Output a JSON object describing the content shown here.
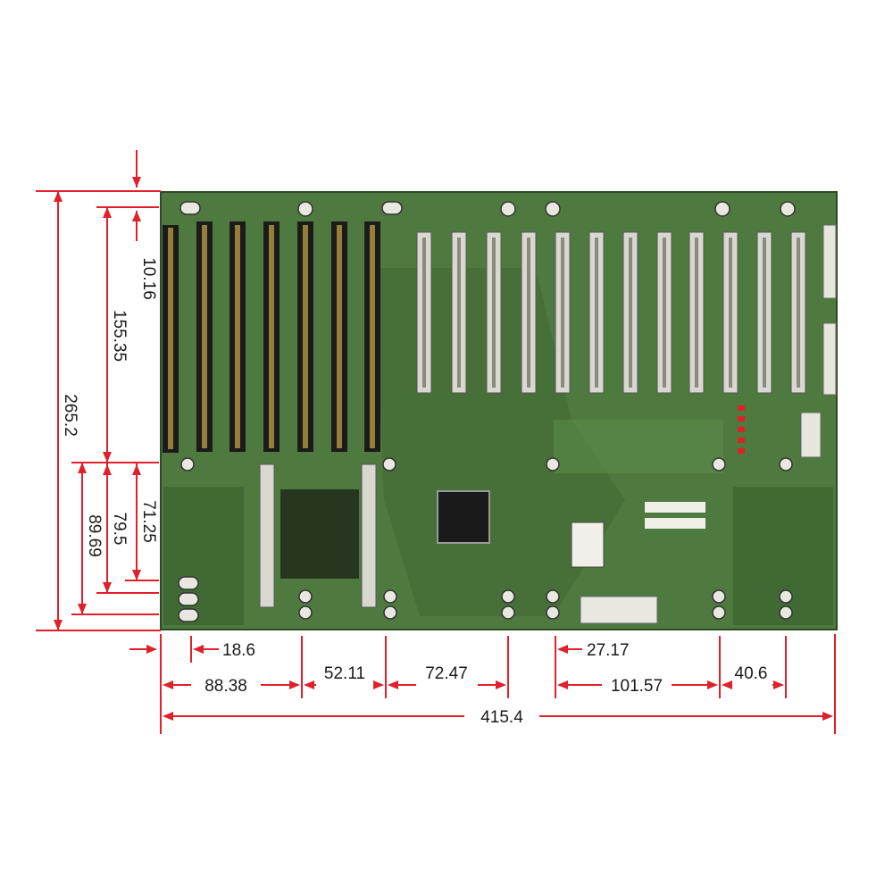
{
  "dimension_color": "#e0202a",
  "board_colors": {
    "pcb": "#4f7a3f",
    "pcb_dark": "#3a5f2e",
    "slot": "#1b1b1b",
    "slot_pci": "#d8d8d0"
  },
  "vertical_dims": [
    {
      "id": "dim-265-2",
      "label": "265.2"
    },
    {
      "id": "dim-155-35",
      "label": "155.35"
    },
    {
      "id": "dim-10-16",
      "label": "10.16"
    },
    {
      "id": "dim-89-69",
      "label": "89.69"
    },
    {
      "id": "dim-79-5",
      "label": "79.5"
    },
    {
      "id": "dim-71-25",
      "label": "71.25"
    }
  ],
  "horizontal_dims": [
    {
      "id": "dim-18-6",
      "label": "18.6"
    },
    {
      "id": "dim-27-17",
      "label": "27.17"
    },
    {
      "id": "dim-88-38",
      "label": "88.38"
    },
    {
      "id": "dim-52-11",
      "label": "52.11"
    },
    {
      "id": "dim-72-47",
      "label": "72.47"
    },
    {
      "id": "dim-101-57",
      "label": "101.57"
    },
    {
      "id": "dim-40-6",
      "label": "40.6"
    },
    {
      "id": "dim-415-4",
      "label": "415.4"
    }
  ]
}
